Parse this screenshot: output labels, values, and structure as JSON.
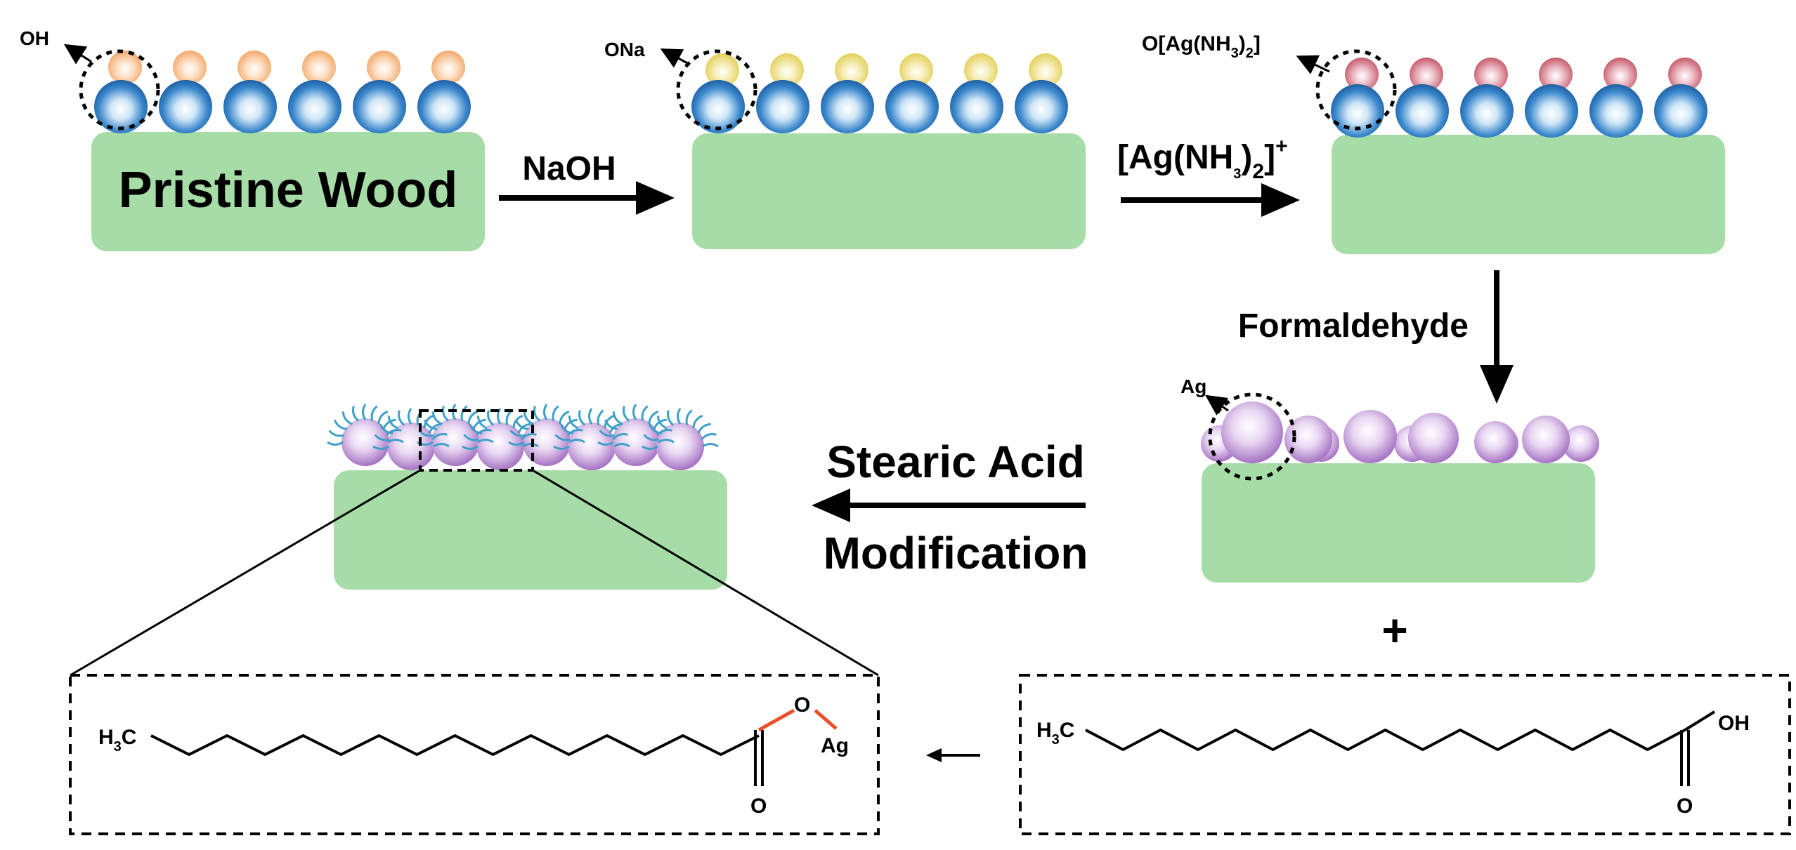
{
  "colors": {
    "wood": "#a6dca6",
    "blue_sphere": "#2f7ec4",
    "orange_sphere": "#f3a86a",
    "yellow_sphere": "#e9da6f",
    "red_sphere": "#d2707f",
    "silver_sphere": "#b98ad1",
    "chain": "#3ea0c9",
    "ester_bond": "#e8502a"
  },
  "steps": {
    "pristine": {
      "label": "Pristine Wood",
      "group": "OH"
    },
    "naoh": {
      "reagent": "NaOH",
      "group": "ONa"
    },
    "silver_ammonia": {
      "reagent": {
        "main": "[Ag(NH",
        "sub": "3",
        "close": ")",
        "sub2": "2",
        "end": "]",
        "sup": "+"
      },
      "group": {
        "main": "O[Ag(NH",
        "sub": "3",
        "close": ")",
        "sub2": "2",
        "end": "]"
      }
    },
    "formaldehyde": {
      "reagent": "Formaldehyde",
      "group": "Ag"
    },
    "stearic": {
      "line1": "Stearic Acid",
      "line2": "Modification"
    }
  },
  "plus_sign": "+",
  "molecules": {
    "product": {
      "h3c_main": "H",
      "h3c_sub": "3",
      "h3c_end": "C",
      "o_label": "O",
      "ag_label": "Ag",
      "carbonyl_o": "O"
    },
    "reactant": {
      "h3c_main": "H",
      "h3c_sub": "3",
      "h3c_end": "C",
      "oh_label": "OH",
      "carbonyl_o": "O"
    }
  }
}
